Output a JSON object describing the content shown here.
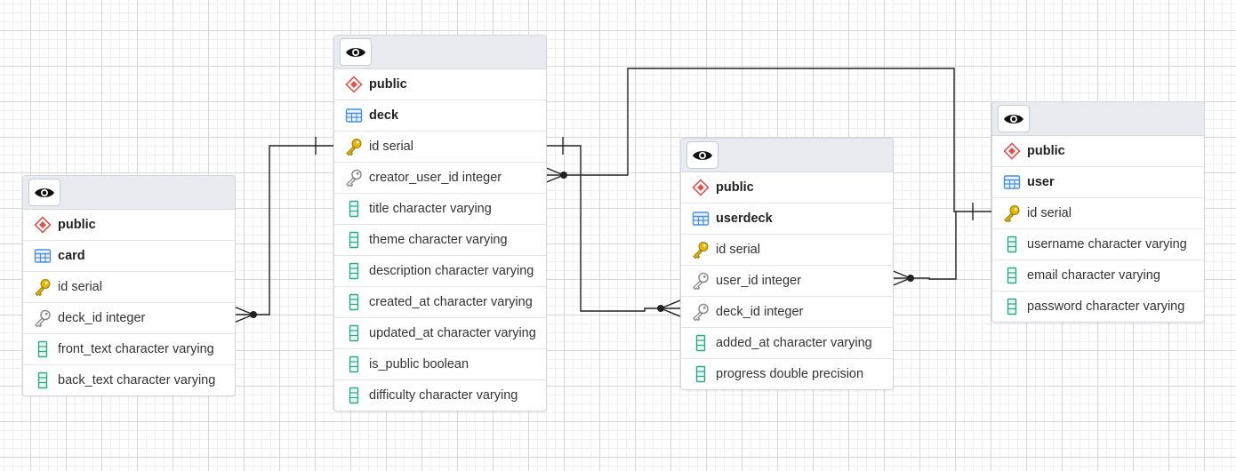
{
  "tables": [
    {
      "id": "card",
      "rows": [
        {
          "icon": "schema-icon",
          "text": "public",
          "bold": true
        },
        {
          "icon": "table-icon",
          "text": "card",
          "bold": true
        },
        {
          "icon": "primary-key-icon",
          "text": "id serial"
        },
        {
          "icon": "foreign-key-icon",
          "text": "deck_id integer"
        },
        {
          "icon": "column-icon",
          "text": "front_text character varying"
        },
        {
          "icon": "column-icon",
          "text": "back_text character varying"
        }
      ]
    },
    {
      "id": "deck",
      "rows": [
        {
          "icon": "schema-icon",
          "text": "public",
          "bold": true
        },
        {
          "icon": "table-icon",
          "text": "deck",
          "bold": true
        },
        {
          "icon": "primary-key-icon",
          "text": "id serial"
        },
        {
          "icon": "foreign-key-icon",
          "text": "creator_user_id integer"
        },
        {
          "icon": "column-icon",
          "text": "title character varying"
        },
        {
          "icon": "column-icon",
          "text": "theme character varying"
        },
        {
          "icon": "column-icon",
          "text": "description character varying"
        },
        {
          "icon": "column-icon",
          "text": "created_at character varying"
        },
        {
          "icon": "column-icon",
          "text": "updated_at character varying"
        },
        {
          "icon": "column-icon",
          "text": "is_public boolean"
        },
        {
          "icon": "column-icon",
          "text": "difficulty character varying"
        }
      ]
    },
    {
      "id": "userdeck",
      "rows": [
        {
          "icon": "schema-icon",
          "text": "public",
          "bold": true
        },
        {
          "icon": "table-icon",
          "text": "userdeck",
          "bold": true
        },
        {
          "icon": "primary-key-icon",
          "text": "id serial"
        },
        {
          "icon": "foreign-key-icon",
          "text": "user_id integer"
        },
        {
          "icon": "foreign-key-icon",
          "text": "deck_id integer"
        },
        {
          "icon": "column-icon",
          "text": "added_at character varying"
        },
        {
          "icon": "column-icon",
          "text": "progress double precision"
        }
      ]
    },
    {
      "id": "user",
      "rows": [
        {
          "icon": "schema-icon",
          "text": "public",
          "bold": true
        },
        {
          "icon": "table-icon",
          "text": "user",
          "bold": true
        },
        {
          "icon": "primary-key-icon",
          "text": "id serial"
        },
        {
          "icon": "column-icon",
          "text": "username character varying"
        },
        {
          "icon": "column-icon",
          "text": "email character varying"
        },
        {
          "icon": "column-icon",
          "text": "password character varying"
        }
      ]
    }
  ],
  "relationships": [
    {
      "from": "card.deck_id",
      "to": "deck.id",
      "cardinality": "many-to-one"
    },
    {
      "from": "deck.creator_user_id",
      "to": "user.id",
      "cardinality": "many-to-one"
    },
    {
      "from": "userdeck.deck_id",
      "to": "deck.id",
      "cardinality": "many-to-one"
    },
    {
      "from": "userdeck.user_id",
      "to": "user.id",
      "cardinality": "many-to-one"
    }
  ],
  "colors": {
    "schema": "#d9534f",
    "table": "#4a90d9",
    "primary_key": "#e6b800",
    "foreign_key": "#8a8a8a",
    "column": "#2fa88a",
    "line": "#222222"
  }
}
